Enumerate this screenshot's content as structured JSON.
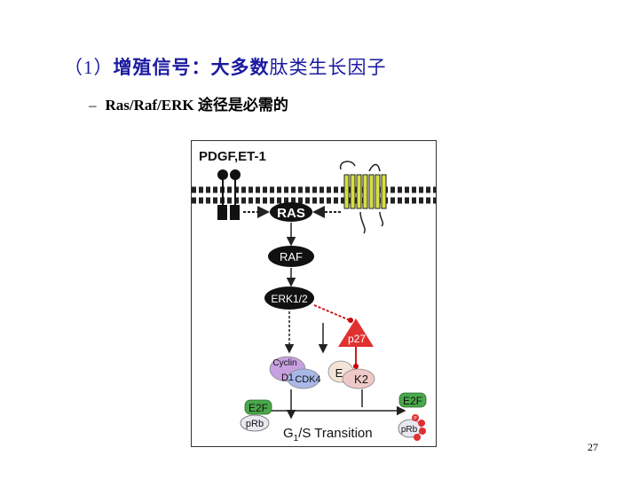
{
  "slide": {
    "title_prefix": "（1）",
    "title_bold": "增殖信号：大多数",
    "title_normal": "肽类生长因子",
    "subtitle_dash": "–",
    "subtitle_text": "Ras/Raf/ERK 途径是必需的",
    "page_number": "27"
  },
  "diagram": {
    "ligand_label": "PDGF,ET-1",
    "ras_label": "RAS",
    "raf_label": "RAF",
    "erk_label": "ERK1/2",
    "p27_label": "p27",
    "cyclin_label": "Cyclin",
    "d1_label": "D1",
    "cdk4_label": "CDK4",
    "e_label": "E",
    "k2_label": "K2",
    "e2f_left_label": "E2F",
    "prb_left_label": "pRb",
    "e2f_right_label": "E2F",
    "prb_right_label": "pRb",
    "phospho_label": "P",
    "transition_g": "G",
    "transition_sub": "1",
    "transition_rest": "/S Transition",
    "colors": {
      "membrane": "#222222",
      "gpcr": "#d8e042",
      "p27": "#e03030",
      "cyclin": "#c8a0e0",
      "cdk4": "#a8b8e8",
      "cdk2": "#f0c8c8",
      "e2f": "#4aa84a",
      "prb": "#e8e8f0"
    }
  }
}
